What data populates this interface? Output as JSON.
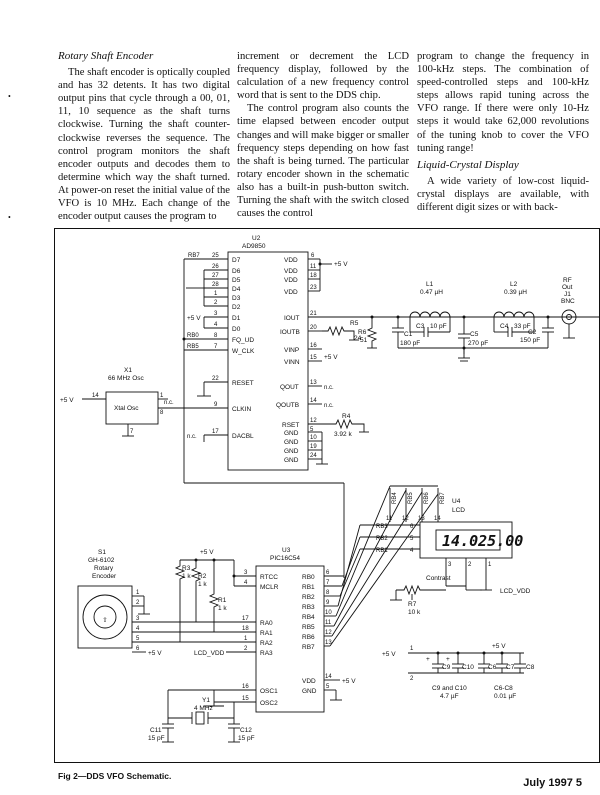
{
  "article": {
    "col1": {
      "heading": "Rotary Shaft Encoder",
      "para": "The shaft encoder is optically coupled and has 32 detents. It has two digital output pins that cycle through a 00, 01, 11, 10 sequence as the shaft turns clockwise. Turning the shaft counter-clockwise reverses the sequence. The control program monitors the shaft encoder outputs and decodes them to determine which way the shaft turned. At power-on reset the initial value of the VFO is 10 MHz. Each change of the encoder output causes the program to"
    },
    "col2": {
      "para1": "increment or decrement the LCD frequency display, followed by the calculation of a new frequency control word that is sent to the DDS chip.",
      "para2": "The control program also counts the time elapsed between encoder output changes and will make bigger or smaller frequency steps depending on how fast the shaft is being turned. The particular rotary encoder shown in the schematic also has a built-in push-button switch. Turning the shaft with the switch closed causes the control"
    },
    "col3": {
      "para1": "program to change the frequency in 100-kHz steps. The combination of speed-controlled steps and 100-kHz steps allows rapid tuning across the VFO range. If there were only 10-Hz steps it would take 62,000 revolutions of the tuning knob to cover the VFO tuning range!",
      "heading2": "Liquid-Crystal Display",
      "para2": "A wide variety of low-cost liquid-crystal displays are available, with different digit sizes or with back-"
    }
  },
  "schematic": {
    "u2": {
      "ref": "U2",
      "part": "AD9850",
      "left_pins": [
        {
          "num": "25",
          "name": "D7",
          "net": "RB7"
        },
        {
          "num": "26",
          "name": "D6"
        },
        {
          "num": "27",
          "name": "D5"
        },
        {
          "num": "28",
          "name": "D4"
        },
        {
          "num": "1",
          "name": "D3"
        },
        {
          "num": "2",
          "name": "D2"
        },
        {
          "num": "3",
          "name": "D1"
        },
        {
          "num": "4",
          "name": "D0"
        },
        {
          "num": "8",
          "name": "FQ_UD",
          "net": "RB0"
        },
        {
          "num": "7",
          "name": "W_CLK",
          "net": "RB5"
        },
        {
          "num": "22",
          "name": "RESET"
        },
        {
          "num": "9",
          "name": "CLKIN"
        },
        {
          "num": "17",
          "name": "DACBL",
          "net": "n.c."
        }
      ],
      "right_pins": [
        {
          "num": "6",
          "name": "VDD"
        },
        {
          "num": "11",
          "name": "VDD"
        },
        {
          "num": "18",
          "name": "VDD"
        },
        {
          "num": "23",
          "name": "VDD"
        },
        {
          "num": "21",
          "name": "IOUT"
        },
        {
          "num": "20",
          "name": "IOUTB"
        },
        {
          "num": "16",
          "name": "VINP"
        },
        {
          "num": "15",
          "name": "VINN"
        },
        {
          "num": "13",
          "name": "QOUT",
          "net": "n.c."
        },
        {
          "num": "14",
          "name": "QOUTB",
          "net": "n.c."
        },
        {
          "num": "12",
          "name": "RSET"
        },
        {
          "num": "5",
          "name": "GND"
        },
        {
          "num": "10",
          "name": "GND"
        },
        {
          "num": "19",
          "name": "GND"
        },
        {
          "num": "24",
          "name": "GND"
        }
      ],
      "supply": "+5 V",
      "d1_supply": "+5 V"
    },
    "x1": {
      "ref": "X1",
      "value": "66 MHz Osc",
      "label": "Xtal Osc",
      "pin14": "14",
      "pin7": "7",
      "pin8": "8",
      "pin1": "1",
      "nc": "n.c.",
      "supply": "+5 V"
    },
    "filter": {
      "l1": "L1",
      "l1_value": "0.47 µH",
      "l2": "L2",
      "l2_value": "0.39 µH",
      "c1": "C1",
      "c1_value": "180 pF",
      "c2": "C2",
      "c2_value": "150 pF",
      "c3": "C3",
      "c3_value": "10 pF",
      "c4": "C4",
      "c4_value": "33 pF",
      "c5": "C5",
      "c5_value": "270 pF",
      "r5": "R5",
      "r5_value": "24",
      "r6": "R6",
      "r6_value": "51",
      "r4": "R4",
      "r4_value": "3.92 k",
      "vinp_supply": "+5 V",
      "rf_out_lines": [
        "RF",
        "Out",
        "J1",
        "BNC"
      ]
    },
    "u4": {
      "ref": "U4",
      "part": "LCD",
      "reading": "14.025.00",
      "top_pins": [
        {
          "num": "11",
          "net": "RB4"
        },
        {
          "num": "12",
          "net": "RB5"
        },
        {
          "num": "13",
          "net": "RB6"
        },
        {
          "num": "14",
          "net": "RB7"
        }
      ],
      "left_pins": [
        {
          "num": "6",
          "net": "RB3"
        },
        {
          "num": "5",
          "net": "RB2"
        },
        {
          "num": "4",
          "net": "RB1"
        }
      ],
      "bottom_pins": [
        "3",
        "2",
        "1"
      ],
      "contrast": "Contrast",
      "r7": "R7",
      "r7_value": "10 k",
      "lcd_vdd": "LCD_VDD"
    },
    "u3": {
      "ref": "U3",
      "part": "PIC16C54",
      "left_pins": [
        {
          "num": "3",
          "name": "RTCC"
        },
        {
          "num": "4",
          "name": "MCLR"
        },
        {
          "num": "17",
          "name": "RA0"
        },
        {
          "num": "18",
          "name": "RA1"
        },
        {
          "num": "1",
          "name": "RA2"
        },
        {
          "num": "2",
          "name": "RA3"
        },
        {
          "num": "16",
          "name": "OSC1"
        },
        {
          "num": "15",
          "name": "OSC2"
        }
      ],
      "right_pins": [
        {
          "num": "6",
          "name": "RB0"
        },
        {
          "num": "7",
          "name": "RB1"
        },
        {
          "num": "8",
          "name": "RB2"
        },
        {
          "num": "9",
          "name": "RB3"
        },
        {
          "num": "10",
          "name": "RB4"
        },
        {
          "num": "11",
          "name": "RB5"
        },
        {
          "num": "12",
          "name": "RB6"
        },
        {
          "num": "13",
          "name": "RB7"
        },
        {
          "num": "14",
          "name": "VDD"
        },
        {
          "num": "5",
          "name": "GND"
        }
      ],
      "supply": "+5 V",
      "vdd_supply": "+5 V",
      "lcd_vdd": "LCD_VDD"
    },
    "s1": {
      "ref": "S1",
      "part": "GH-6102",
      "desc1": "Rotary",
      "desc2": "Encoder",
      "pins": [
        "1",
        "2",
        "3",
        "4",
        "5",
        "6"
      ],
      "supply": "+5 V"
    },
    "resistors": {
      "r1": "R1",
      "r1_value": "1 k",
      "r2": "R2",
      "r2_value": "1 k",
      "r3": "R3",
      "r3_value": "1 k"
    },
    "crystal": {
      "y1": "Y1",
      "y1_value": "4 MHz",
      "c11": "C11",
      "c11_value": "15 pF",
      "c12": "C12",
      "c12_value": "15 pF"
    },
    "bypass": {
      "supply_in": "+5 V",
      "supply_out": "+5 V",
      "pin1": "1",
      "pin2": "2",
      "c9": "C9",
      "c10": "C10",
      "c6": "C6",
      "c7": "C7",
      "c8": "C8",
      "note1a": "C9 and C10",
      "note1b": "4.7 µF",
      "note2a": "C6-C8",
      "note2b": "0.01 µF"
    }
  },
  "caption": "Fig 2—DDS VFO Schematic.",
  "footer": "July 1997 5"
}
